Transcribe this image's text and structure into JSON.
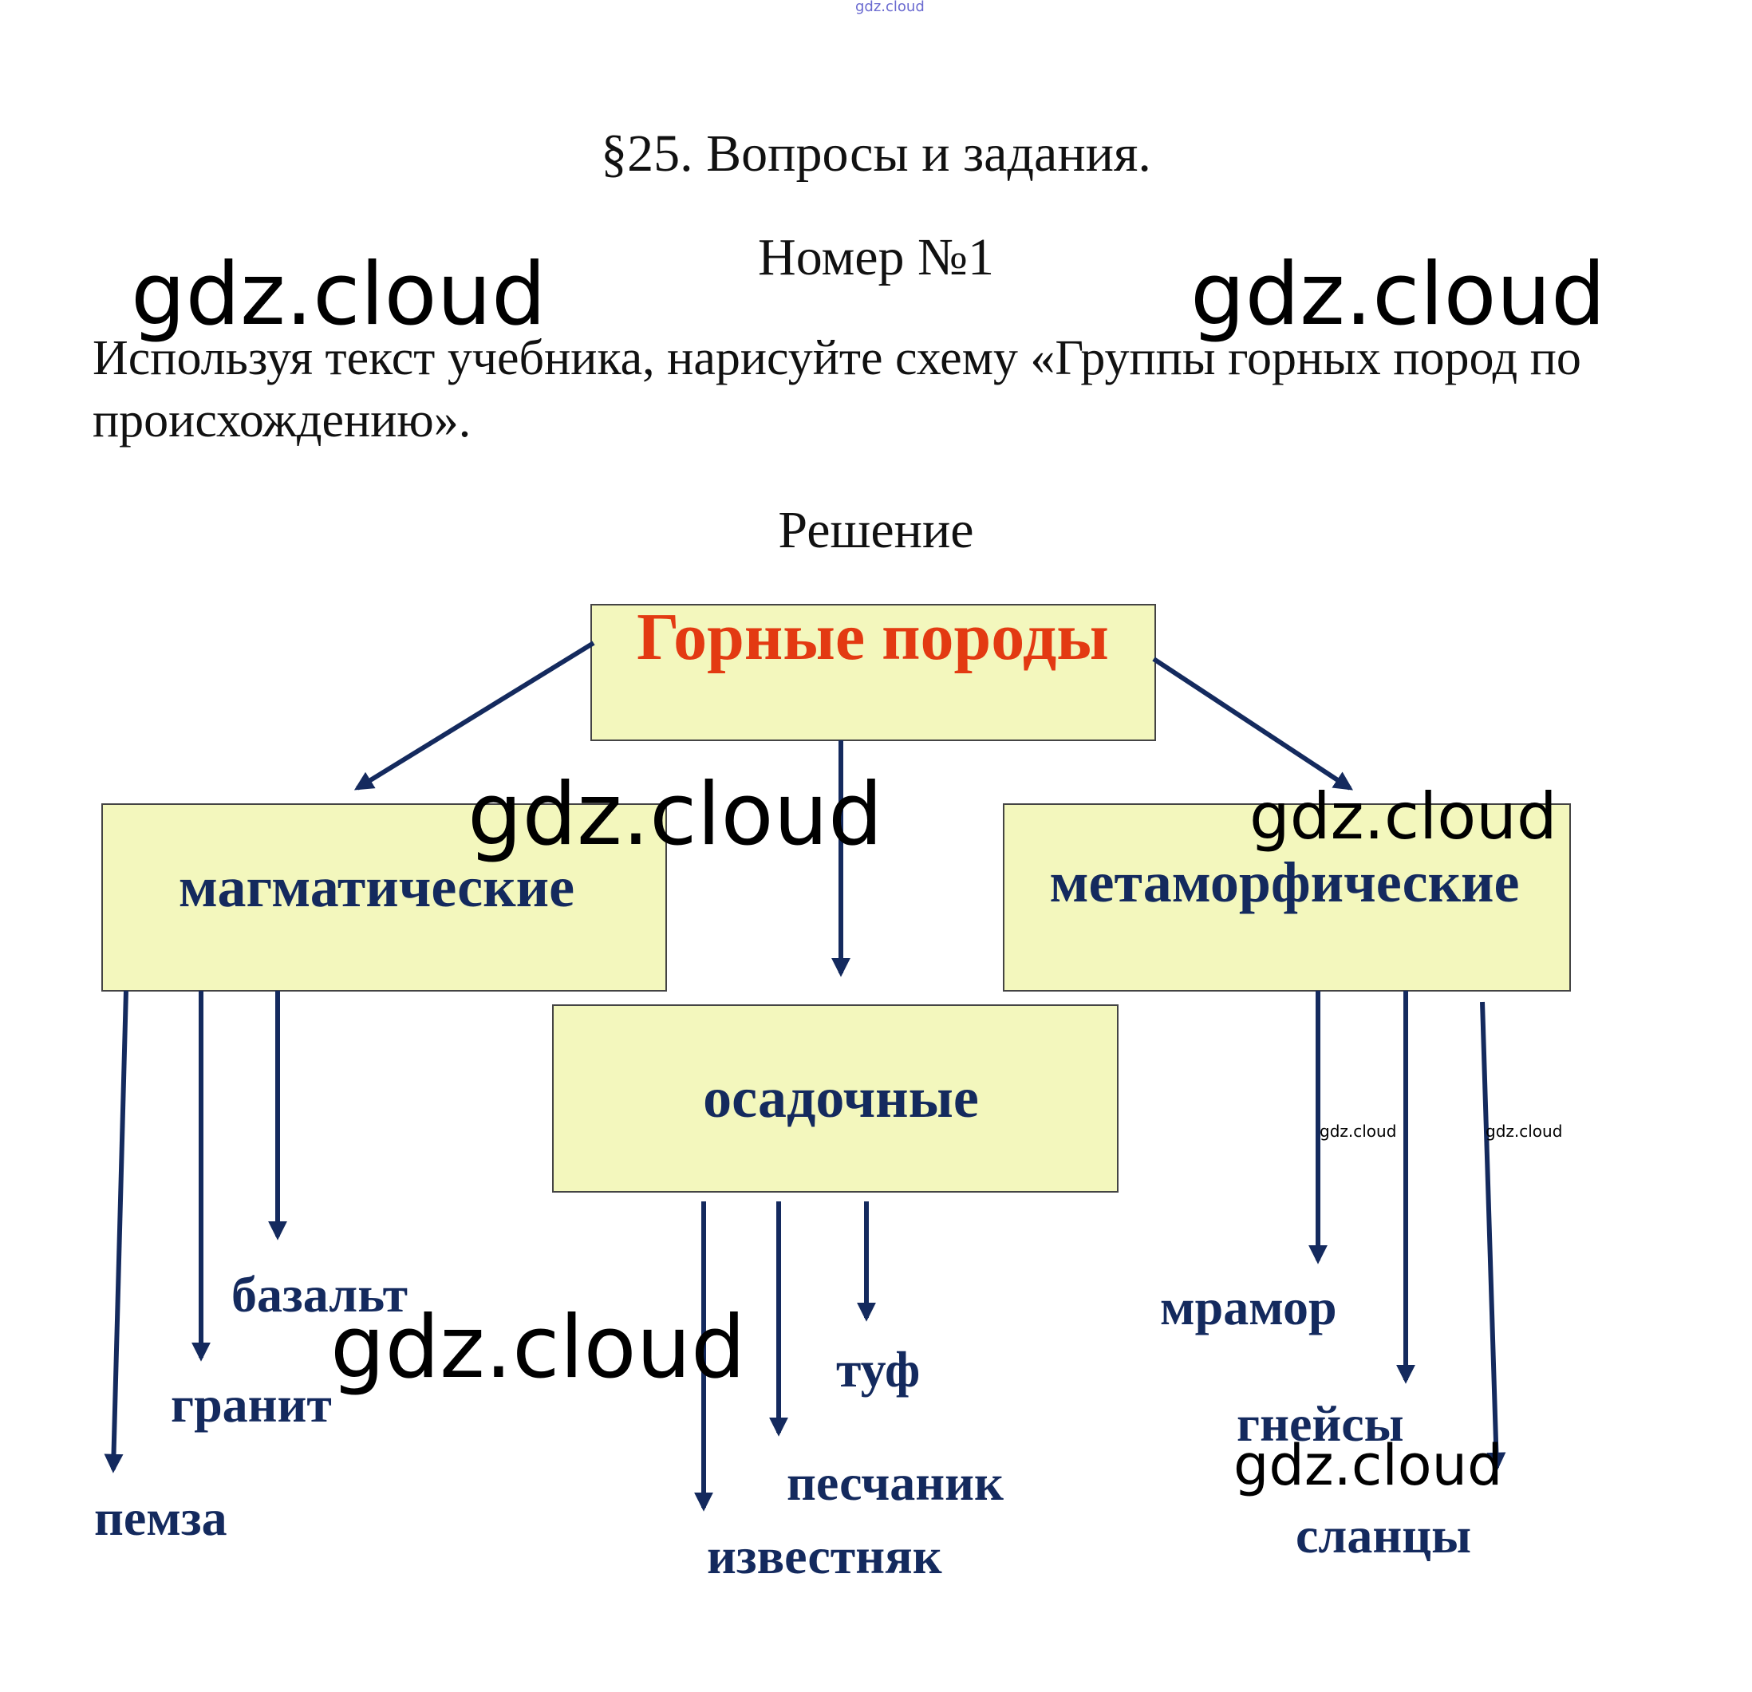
{
  "header": {
    "section_title": "§25. Вопросы и задания.",
    "task_number": "Номер №1",
    "task_text": "Используя текст учебника, нарисуйте схему «Группы горных пород по происхождению».",
    "solution_label": "Решение"
  },
  "diagram": {
    "root": "Горные породы",
    "groups": {
      "magmatic": "магматические",
      "sedimentary": "осадочные",
      "metamorphic": "метаморфические"
    },
    "leaves": {
      "basalt": "базальт",
      "granite": "гранит",
      "pumice": "пемза",
      "tuff": "туф",
      "sandstone": "песчаник",
      "limestone": "известняк",
      "marble": "мрамор",
      "gneiss": "гнейсы",
      "slate": "сланцы"
    }
  },
  "watermarks": {
    "top": "gdz.cloud",
    "left_large": "gdz.cloud",
    "right_large": "gdz.cloud",
    "center": "gdz.cloud",
    "right_box": "gdz.cloud",
    "lower_center": "gdz.cloud",
    "lower_right": "gdz.cloud",
    "small_a": "gdz.cloud",
    "small_b": "gdz.cloud"
  },
  "colors": {
    "box_fill": "#f3f7bd",
    "box_stroke": "#444444",
    "root_text": "#e33a12",
    "group_text": "#142a5e",
    "arrow": "#142a5e"
  }
}
